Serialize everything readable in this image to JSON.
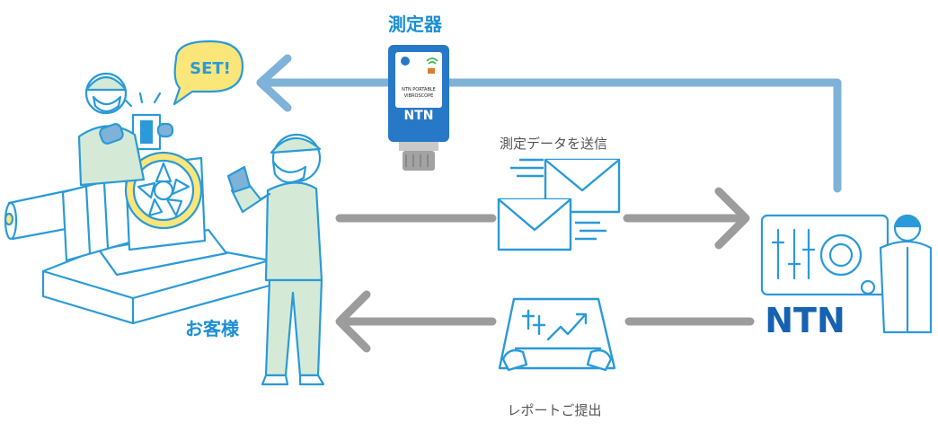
{
  "labels": {
    "device": "測定器",
    "customer": "お客様",
    "send_data": "測定データを送信",
    "report": "レポートご提出",
    "set_bubble": "SET!",
    "ntn_logo": "NTN",
    "device_logo": "NTN",
    "device_text_line1": "NTN PORTABLE",
    "device_text_line2": "VIBROSCOPE"
  },
  "colors": {
    "accent_blue": "#1b8fd2",
    "outline_blue": "#2a9ad8",
    "arrow_gray": "#9c9c9c",
    "arrow_blue": "#7fb2d9",
    "skin_green": "#d4ead6",
    "yellow": "#fbe67a",
    "ntn_navy": "#1561b2"
  }
}
